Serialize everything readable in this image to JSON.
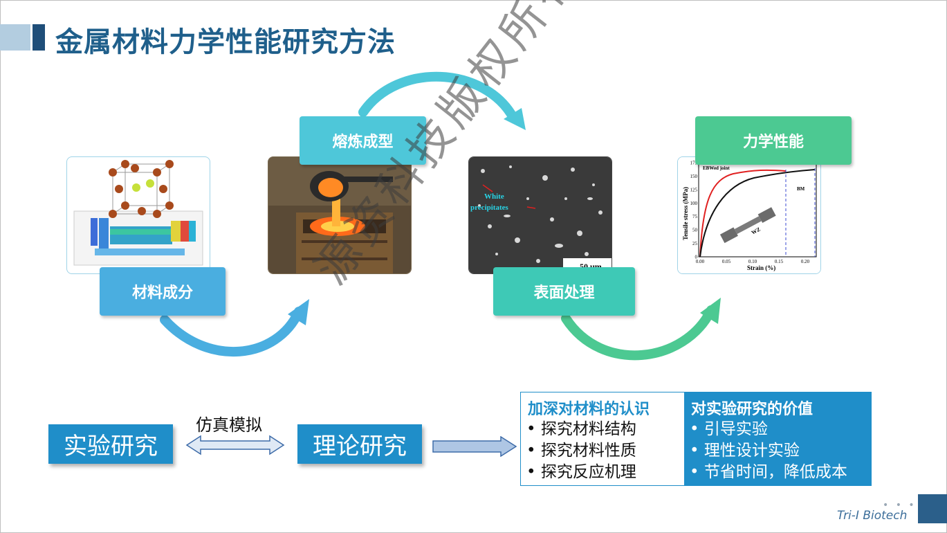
{
  "title": "金属材料力学性能研究方法",
  "stages": [
    {
      "label": "材料成分",
      "color": "#4aaee0",
      "icon": "periodic-table-crystal-image"
    },
    {
      "label": "熔炼成型",
      "color": "#4ec7d9",
      "icon": "molten-metal-casting-image"
    },
    {
      "label": "表面处理",
      "color": "#3ec9b6",
      "icon": "sem-micrograph-image"
    },
    {
      "label": "力学性能",
      "color": "#4cc992",
      "icon": "stress-strain-chart-image"
    }
  ],
  "micrograph": {
    "annotation_line1": "White",
    "annotation_line2": "precipitates",
    "scale_bar": "50 μm"
  },
  "stress_chart": {
    "ylabel": "Tensile stress (MPa)",
    "xlabel": "Strain (%)",
    "legend_weld": "EBWed joint",
    "legend_base": "BM",
    "label_wz": "WZ",
    "yticks": [
      "0",
      "25",
      "50",
      "75",
      "100",
      "125",
      "150",
      "175"
    ],
    "xticks": [
      "0.00",
      "0.05",
      "0.10",
      "0.15",
      "0.20"
    ]
  },
  "flow": {
    "experiment": "实验研究",
    "simulation": "仿真模拟",
    "theory": "理论研究"
  },
  "info": {
    "left_heading": "加深对材料的认识",
    "left_items": [
      "探究材料结构",
      "探究材料性质",
      "探究反应机理"
    ],
    "right_heading": "对实验研究的价值",
    "right_items": [
      "引导实验",
      "理性设计实验",
      "节省时间，降低成本"
    ]
  },
  "watermark": "源资科技版权所有",
  "brand": "Tri-I Biotech",
  "colors": {
    "title": "#1f5f8b",
    "accent_blue": "#1f8ec9",
    "dark_blue": "#1f4e79"
  }
}
